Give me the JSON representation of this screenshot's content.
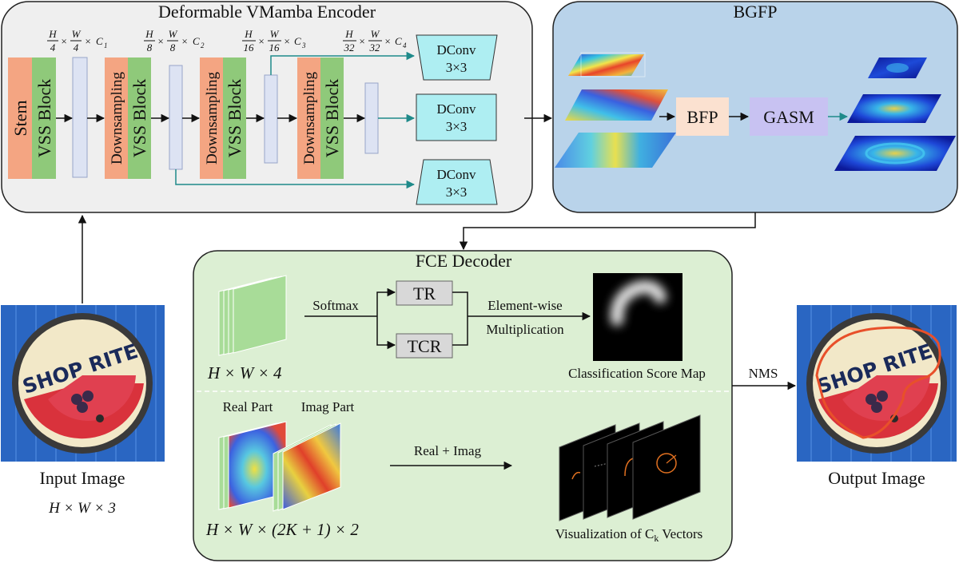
{
  "encoder": {
    "title": "Deformable VMamba Encoder",
    "stem": "Stem",
    "vss_block": "VSS Block",
    "downsampling": "Downsampling",
    "dims": [
      {
        "num": "H",
        "den": "4",
        "num2": "W",
        "den2": "4",
        "c": "C",
        "sub": "1"
      },
      {
        "num": "H",
        "den": "8",
        "num2": "W",
        "den2": "8",
        "c": "C",
        "sub": "2"
      },
      {
        "num": "H",
        "den": "16",
        "num2": "W",
        "den2": "16",
        "c": "C",
        "sub": "3"
      },
      {
        "num": "H",
        "den": "32",
        "num2": "W",
        "den2": "32",
        "c": "C",
        "sub": "4"
      }
    ],
    "times": "×",
    "dconv_label": "DConv",
    "dconv_size": "3×3"
  },
  "bgfp": {
    "title": "BGFP",
    "bfp": "BFP",
    "gasm": "GASM"
  },
  "decoder": {
    "title": "FCE Decoder",
    "cls_dim": "H × W × 4",
    "softmax": "Softmax",
    "tr": "TR",
    "tcr": "TCR",
    "element_wise": "Element-wise",
    "multiplication": "Multiplication",
    "score_map": "Classification Score Map",
    "real_part": "Real Part",
    "imag_part": "Imag Part",
    "real_plus_imag": "Real + Imag",
    "reg_dim": "H × W × (2K + 1) × 2",
    "visualization_prefix": "Visualization of C",
    "visualization_sub": "k",
    "visualization_suffix": " Vectors"
  },
  "input": {
    "label": "Input Image",
    "dim": "H × W × 3",
    "sign_text": "SHOP RITE"
  },
  "output": {
    "label": "Output Image",
    "sign_text": "SHOP RITE"
  },
  "nms": "NMS",
  "colors": {
    "stem": "#f4a582",
    "vss": "#8fc97a",
    "feature": "#dde3f3",
    "dconv": "#aeeef2",
    "encoder_bg": "#efefef",
    "bgfp_bg": "#b9d3ea",
    "decoder_bg": "#dcefd3",
    "bfp": "#fbe1d0",
    "gasm": "#c8c2f2",
    "teal_arrow": "#1f8a8a",
    "sign_blue": "#2a66c2"
  }
}
